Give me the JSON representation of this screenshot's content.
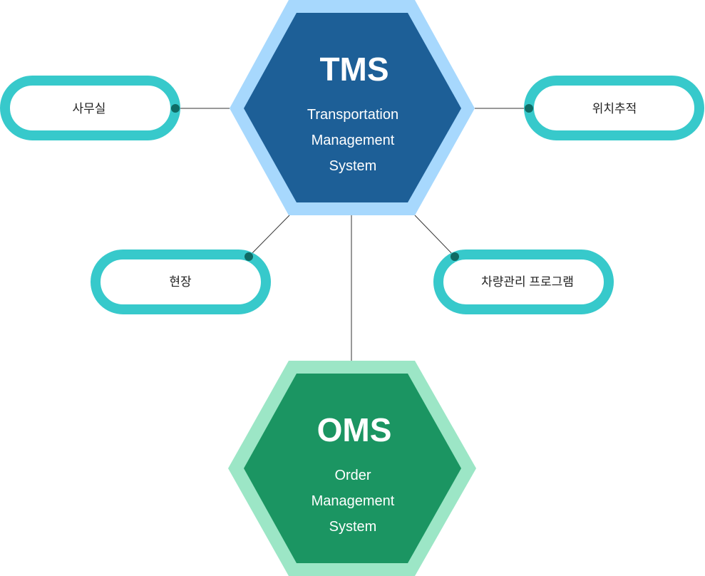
{
  "colors": {
    "tms_outer": "#a7d8fd",
    "tms_inner": "#1d5f97",
    "oms_outer": "#9ce6c6",
    "oms_inner": "#1b9562",
    "pill_border": "#37c9cb",
    "connector_dot": "#0f6b64",
    "line": "#333333"
  },
  "tms": {
    "title": "TMS",
    "line1": "Transportation",
    "line2": "Management",
    "line3": "System"
  },
  "oms": {
    "title": "OMS",
    "line1": "Order",
    "line2": "Management",
    "line3": "System"
  },
  "nodes": {
    "office": "사무실",
    "location_tracking": "위치추적",
    "field": "현장",
    "vehicle_program": "차량관리 프로그램"
  }
}
